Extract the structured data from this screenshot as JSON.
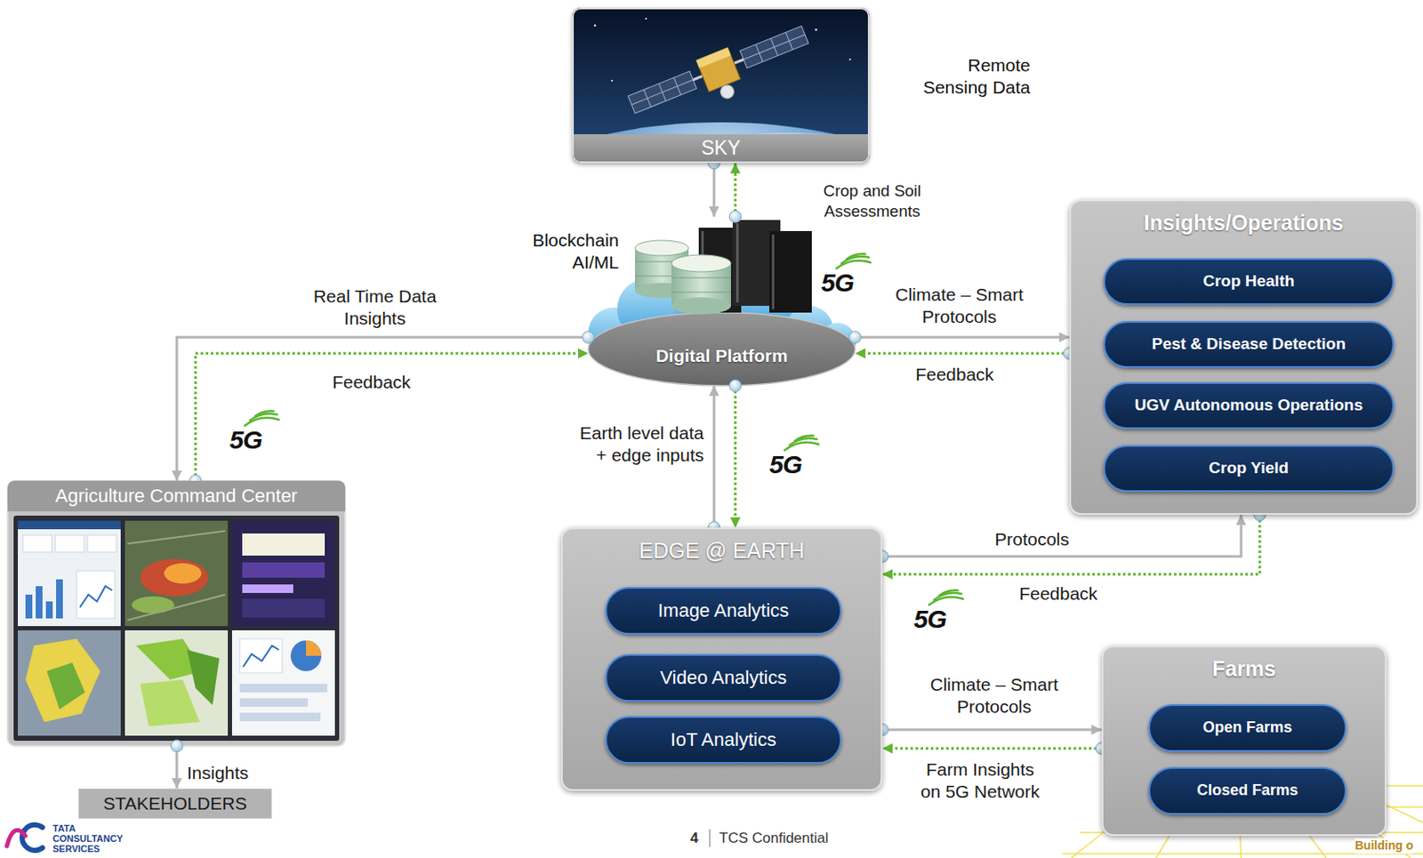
{
  "diagram": {
    "nodes": [
      {
        "text": [
          "SKY"
        ]
      },
      {
        "text": [
          "Digital Platform"
        ]
      },
      {
        "text": [
          "Insights/Operations"
        ]
      },
      {
        "text": [
          "Crop Health"
        ],
        "in": 2
      },
      {
        "text": [
          "Pest & Disease Detection"
        ],
        "in": 2
      },
      {
        "text": [
          "UGV Autonomous Operations"
        ],
        "in": 2
      },
      {
        "text": [
          "Crop Yield"
        ],
        "in": 2
      },
      {
        "text": [
          "Agriculture Command Center"
        ]
      },
      {
        "text": [
          "EDGE @ EARTH"
        ]
      },
      {
        "text": [
          "Image Analytics"
        ],
        "in": 8
      },
      {
        "text": [
          "Video Analytics"
        ],
        "in": 8
      },
      {
        "text": [
          "IoT Analytics"
        ],
        "in": 8
      },
      {
        "text": [
          "Farms"
        ]
      },
      {
        "text": [
          "Open Farms"
        ],
        "in": 12
      },
      {
        "text": [
          "Closed Farms"
        ],
        "in": 12
      },
      {
        "text": [
          "STAKEHOLDERS"
        ]
      }
    ],
    "edges": [
      {
        "from": 0,
        "to": 1,
        "arrow": "to"
      },
      {
        "from": 1,
        "to": 0,
        "label": "Crop and Soil Assessments",
        "arrow": "to"
      },
      {
        "from": 1,
        "to": 7,
        "label": "Real Time Data Insights",
        "arrow": "to"
      },
      {
        "from": 7,
        "to": 1,
        "label": "Feedback",
        "arrow": "to"
      },
      {
        "from": 1,
        "to": 2,
        "label": "Climate – Smart Protocols",
        "arrow": "to"
      },
      {
        "from": 2,
        "to": 1,
        "label": "Feedback",
        "arrow": "to"
      },
      {
        "from": 8,
        "to": 1,
        "label": "Earth level data + edge inputs",
        "arrow": "to"
      },
      {
        "from": 1,
        "to": 8,
        "arrow": "to"
      },
      {
        "from": 8,
        "to": 2,
        "label": "Protocols",
        "arrow": "to"
      },
      {
        "from": 2,
        "to": 8,
        "label": "Feedback",
        "arrow": "to"
      },
      {
        "from": 8,
        "to": 12,
        "label": "Climate – Smart Protocols",
        "arrow": "to"
      },
      {
        "from": 12,
        "to": 8,
        "label": "Farm Insights on 5G Network",
        "arrow": "to"
      },
      {
        "from": 7,
        "to": 15,
        "label": "Insights",
        "arrow": "to"
      }
    ],
    "labels": [
      "Remote Sensing Data",
      "Blockchain AI/ML",
      "5G",
      "5G",
      "5G",
      "5G",
      "TATA CONSULTANCY SERVICES",
      "4",
      "TCS Confidential",
      "Building o"
    ]
  }
}
